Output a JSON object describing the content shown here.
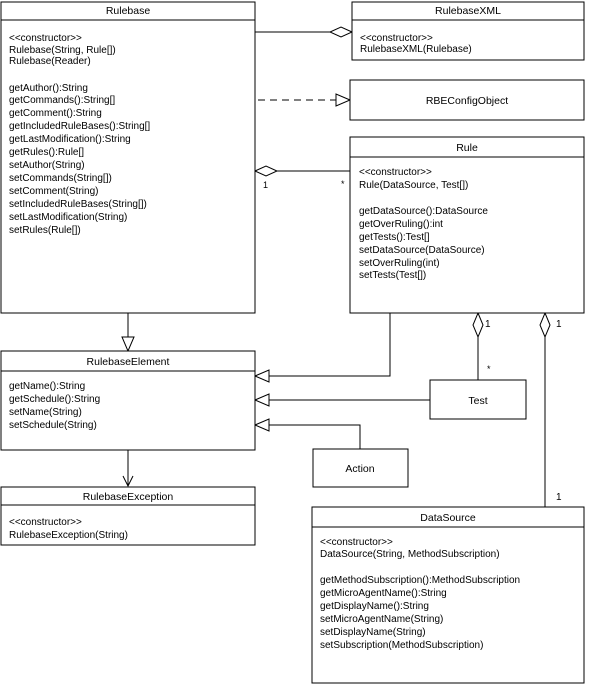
{
  "classes": {
    "rulebase": {
      "name": "Rulebase",
      "lines": [
        "<<constructor>>",
        "Rulebase(String, Rule[])",
        "Rulebase(Reader)",
        "",
        "getAuthor():String",
        "getCommands():String[]",
        "getComment():String",
        "getIncludedRuleBases():String[]",
        "getLastModification():String",
        "getRules():Rule[]",
        "setAuthor(String)",
        "setCommands(String[])",
        "setComment(String)",
        "setIncludedRuleBases(String[])",
        "setLastModification(String)",
        "setRules(Rule[])"
      ]
    },
    "rulebase_xml": {
      "name": "RulebaseXML",
      "lines": [
        "<<constructor>>",
        "RulebaseXML(Rulebase)"
      ]
    },
    "rbe_config_object": {
      "name": "RBEConfigObject",
      "lines": []
    },
    "rule": {
      "name": "Rule",
      "lines": [
        "<<constructor>>",
        "Rule(DataSource, Test[])",
        "",
        "getDataSource():DataSource",
        "getOverRuling():int",
        "getTests():Test[]",
        "setDataSource(DataSource)",
        "setOverRuling(int)",
        "setTests(Test[])"
      ]
    },
    "rulebase_element": {
      "name": "RulebaseElement",
      "lines": [
        "getName():String",
        "getSchedule():String",
        "setName(String)",
        "setSchedule(String)"
      ]
    },
    "test": {
      "name": "Test",
      "lines": []
    },
    "action": {
      "name": "Action",
      "lines": []
    },
    "rulebase_exception": {
      "name": "RulebaseException",
      "lines": [
        "<<constructor>>",
        "RulebaseException(String)"
      ]
    },
    "data_source": {
      "name": "DataSource",
      "lines": [
        "<<constructor>>",
        "DataSource(String, MethodSubscription)",
        "",
        "getMethodSubscription():MethodSubscription",
        "getMicroAgentName():String",
        "getDisplayName():String",
        "setMicroAgentName(String)",
        "setDisplayName(String)",
        "setSubscription(MethodSubscription)"
      ]
    }
  },
  "multiplicities": {
    "rulebase_rule_one": "1",
    "rulebase_rule_many": "*",
    "rule_test_one": "1",
    "rule_test_many": "*",
    "rule_datasource_one": "1",
    "rule_datasource_other": "1"
  }
}
